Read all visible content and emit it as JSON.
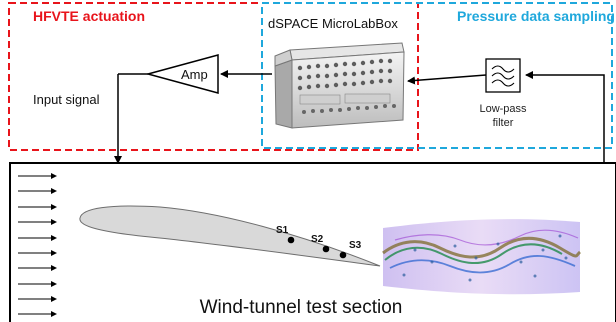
{
  "labels": {
    "hfvte": "HFVTE actuation",
    "pressure": "Pressure data sampling",
    "microlabbox": "dSPACE MicroLabBox",
    "amp": "Amp",
    "input_signal": "Input signal",
    "lowpass_line1": "Low-pass",
    "lowpass_line2": "filter",
    "test_section": "Wind-tunnel test section",
    "sensors": [
      "S1",
      "S2",
      "S3"
    ]
  },
  "colors": {
    "hfvte_box": "#e8141b",
    "pressure_box": "#1fa8dc",
    "airfoil_fill": "#d9d9d9"
  }
}
